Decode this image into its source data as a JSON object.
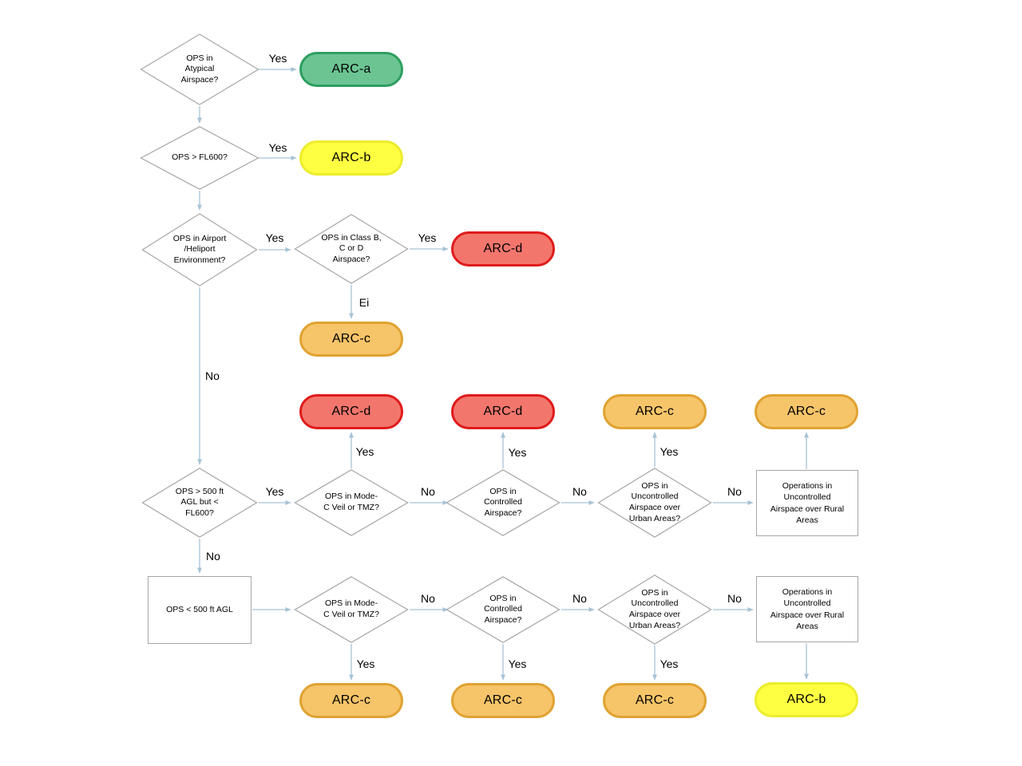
{
  "edge_labels": {
    "yes": "Yes",
    "no": "No",
    "ei": "Ei"
  },
  "colors": {
    "arrow": "#a7c3d6",
    "node_border": "#a6a6a6",
    "green_fill": "#6cc493",
    "green_border": "#2e9e5f",
    "yellow_fill": "#ffff42",
    "yellow_border": "#ecec2d",
    "red_fill": "#f3766d",
    "red_border": "#df1b1b",
    "orange_fill": "#f6c469",
    "orange_border": "#e0a231"
  },
  "nodes": {
    "atypical": {
      "label": "OPS in\nAtypical\nAirspace?"
    },
    "arc_a": {
      "label": "ARC-a"
    },
    "fl600": {
      "label": "OPS > FL600?"
    },
    "arc_b_top": {
      "label": "ARC-b"
    },
    "airport": {
      "label": "OPS in Airport\n/Heliport\nEnvironment?"
    },
    "class_bcd": {
      "label": "OPS in Class B,\nC or D\nAirspace?"
    },
    "arc_d_top": {
      "label": "ARC-d"
    },
    "arc_c_top": {
      "label": "ARC-c"
    },
    "arc_d_row_1": {
      "label": "ARC-d"
    },
    "arc_d_row_2": {
      "label": "ARC-d"
    },
    "arc_c_row_1": {
      "label": "ARC-c"
    },
    "arc_c_row_2": {
      "label": "ARC-c"
    },
    "agl500": {
      "label": "OPS > 500 ft\nAGL but <\nFL600?"
    },
    "modec_1": {
      "label": "OPS in Mode-\nC Veil or TMZ?"
    },
    "controlled_1": {
      "label": "OPS in\nControlled\nAirspace?"
    },
    "urban_1": {
      "label": "OPS in\nUncontrolled\nAirspace over\nUrban Areas?"
    },
    "rural_1": {
      "label": "Operations in\nUncontrolled\nAirspace over Rural\nAreas"
    },
    "under500": {
      "label": "OPS < 500 ft AGL"
    },
    "modec_2": {
      "label": "OPS in Mode-\nC Veil or TMZ?"
    },
    "controlled_2": {
      "label": "OPS in\nControlled\nAirspace?"
    },
    "urban_2": {
      "label": "OPS in\nUncontrolled\nAirspace over\nUrban Areas?"
    },
    "rural_2": {
      "label": "Operations in\nUncontrolled\nAirspace over Rural\nAreas"
    },
    "arc_c_b1": {
      "label": "ARC-c"
    },
    "arc_c_b2": {
      "label": "ARC-c"
    },
    "arc_c_b3": {
      "label": "ARC-c"
    },
    "arc_b_bottom": {
      "label": "ARC-b"
    }
  }
}
